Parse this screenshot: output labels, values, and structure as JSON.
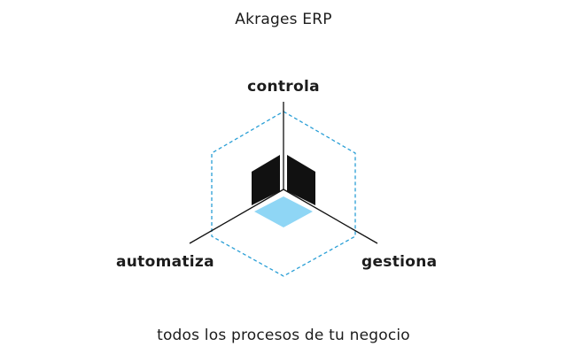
{
  "header": {
    "title": "Akrages ERP"
  },
  "diagram": {
    "labels": {
      "top": "controla",
      "left": "automatiza",
      "right": "gestiona"
    },
    "colors": {
      "hexagon": "#2a9fd6",
      "lines": "#111111",
      "faces": "#111111",
      "bottom_face": "#8fd6f5"
    }
  },
  "footer": {
    "tagline": "todos los procesos de tu negocio"
  }
}
